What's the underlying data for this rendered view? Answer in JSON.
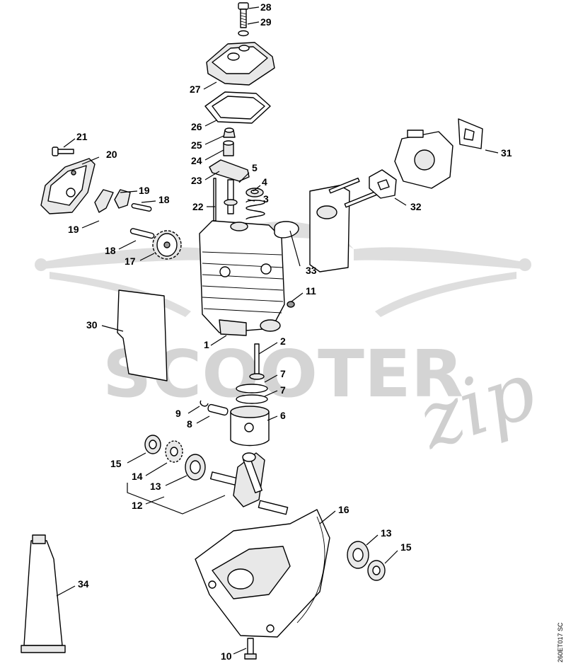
{
  "watermark": {
    "brand_text": "SCOOTER",
    "brand_script": "zip"
  },
  "reference_code": "260ET017 SC",
  "callouts": [
    {
      "id": "c28",
      "label": "28"
    },
    {
      "id": "c29",
      "label": "29"
    },
    {
      "id": "c27",
      "label": "27"
    },
    {
      "id": "c26",
      "label": "26"
    },
    {
      "id": "c25",
      "label": "25"
    },
    {
      "id": "c24",
      "label": "24"
    },
    {
      "id": "c23",
      "label": "23"
    },
    {
      "id": "c22",
      "label": "22"
    },
    {
      "id": "c5",
      "label": "5"
    },
    {
      "id": "c4",
      "label": "4"
    },
    {
      "id": "c3",
      "label": "3"
    },
    {
      "id": "c21",
      "label": "21"
    },
    {
      "id": "c20",
      "label": "20"
    },
    {
      "id": "c19a",
      "label": "19"
    },
    {
      "id": "c18a",
      "label": "18"
    },
    {
      "id": "c19b",
      "label": "19"
    },
    {
      "id": "c18b",
      "label": "18"
    },
    {
      "id": "c17",
      "label": "17"
    },
    {
      "id": "c31",
      "label": "31"
    },
    {
      "id": "c32",
      "label": "32"
    },
    {
      "id": "c33",
      "label": "33"
    },
    {
      "id": "c11",
      "label": "11"
    },
    {
      "id": "c30",
      "label": "30"
    },
    {
      "id": "c1",
      "label": "1"
    },
    {
      "id": "c2",
      "label": "2"
    },
    {
      "id": "c7a",
      "label": "7"
    },
    {
      "id": "c7b",
      "label": "7"
    },
    {
      "id": "c9",
      "label": "9"
    },
    {
      "id": "c8",
      "label": "8"
    },
    {
      "id": "c6",
      "label": "6"
    },
    {
      "id": "c15a",
      "label": "15"
    },
    {
      "id": "c14",
      "label": "14"
    },
    {
      "id": "c13a",
      "label": "13"
    },
    {
      "id": "c12",
      "label": "12"
    },
    {
      "id": "c16",
      "label": "16"
    },
    {
      "id": "c13b",
      "label": "13"
    },
    {
      "id": "c15b",
      "label": "15"
    },
    {
      "id": "c34",
      "label": "34"
    },
    {
      "id": "c10",
      "label": "10"
    }
  ]
}
